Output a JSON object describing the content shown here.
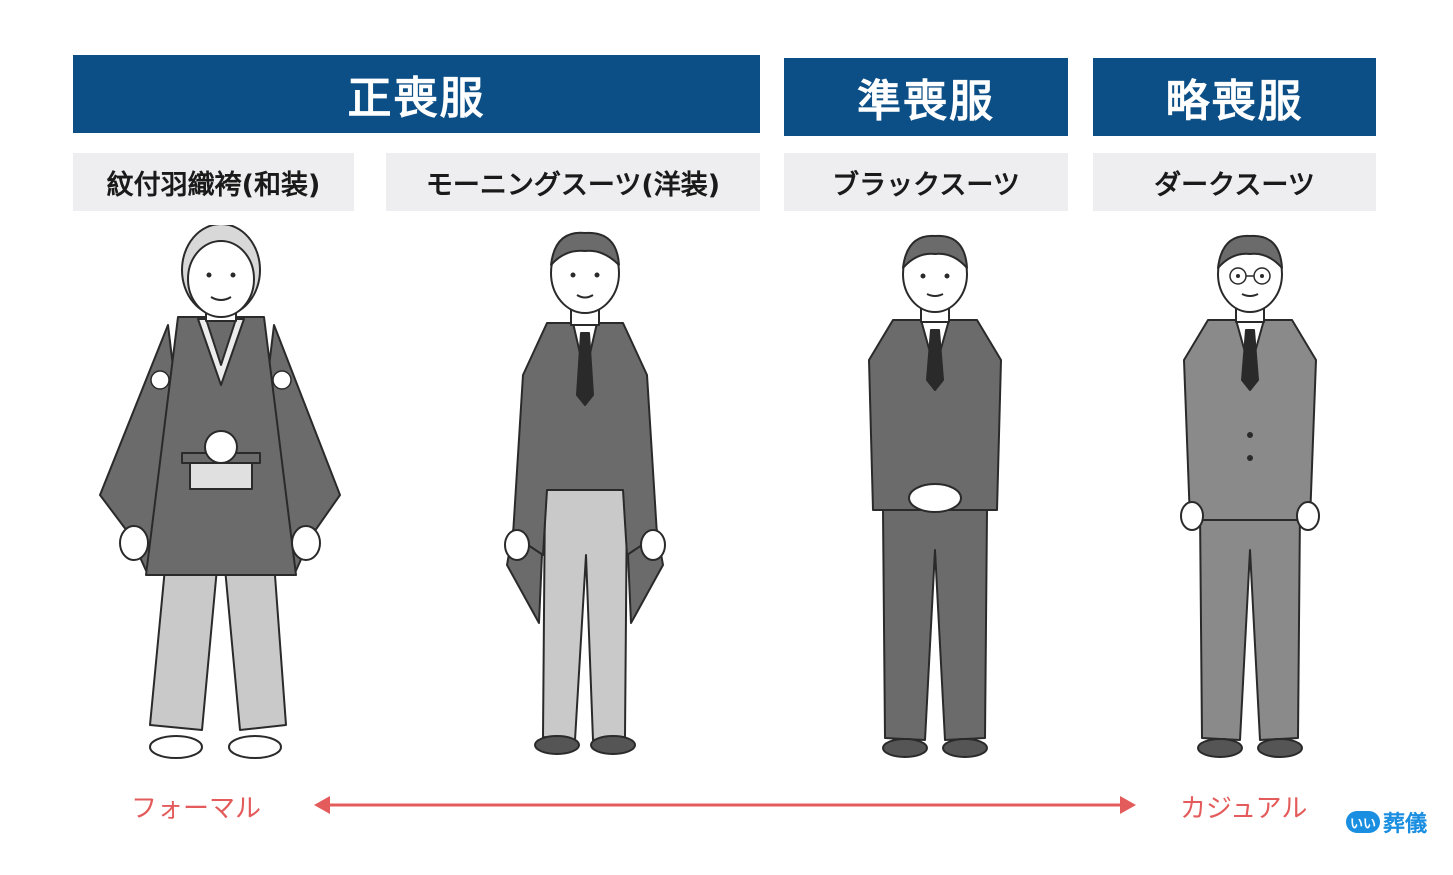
{
  "headers": {
    "formal": "正喪服",
    "semi_formal": "準喪服",
    "informal": "略喪服"
  },
  "sub_labels": {
    "kimono": "紋付羽織袴(和装)",
    "morning": "モーニングスーツ(洋装)",
    "black_suit": "ブラックスーツ",
    "dark_suit": "ダークスーツ"
  },
  "scale": {
    "left_label": "フォーマル",
    "right_label": "カジュアル"
  },
  "logo": {
    "badge": "いい",
    "text": "葬儀"
  },
  "colors": {
    "header": "#0c4f86",
    "label_background": "#eeeef0",
    "accent": "#e45b5b",
    "logo": "#1a8ee0"
  }
}
